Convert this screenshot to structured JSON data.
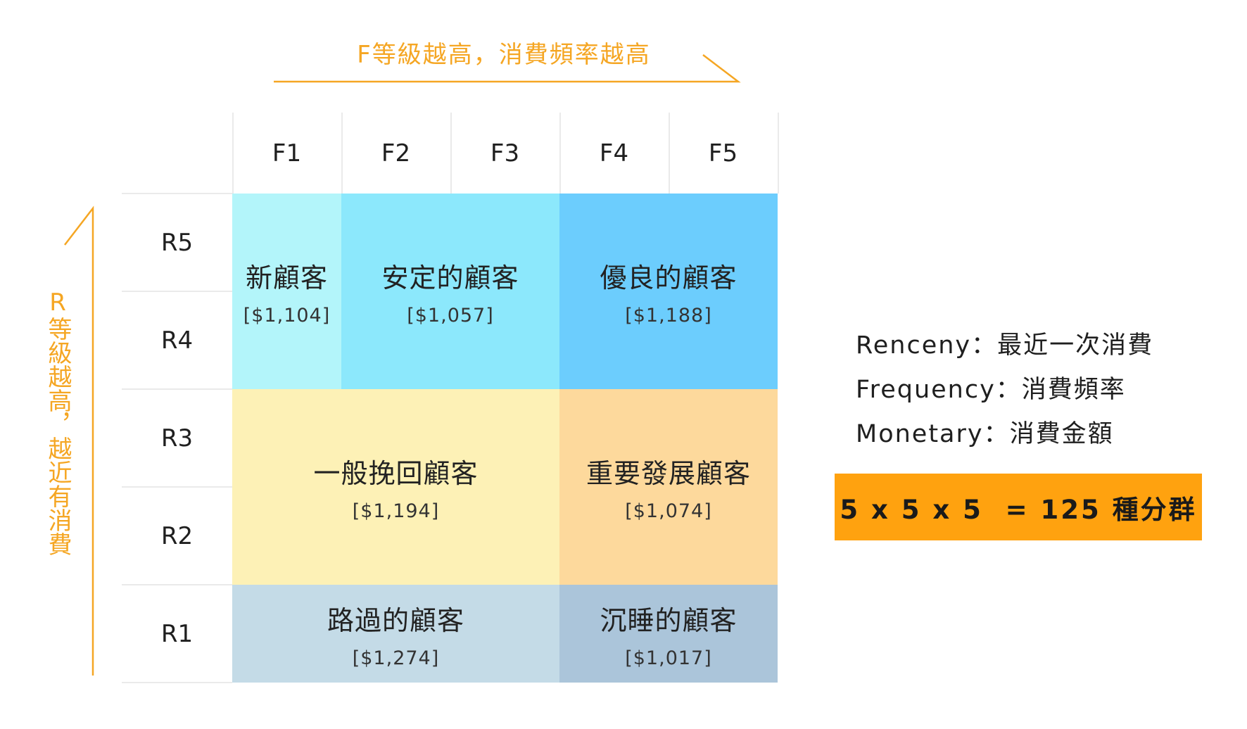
{
  "axes": {
    "f_title": "F等級越高，消費頻率越高",
    "r_title": "R等級越高，越近有消費"
  },
  "columns": [
    "F1",
    "F2",
    "F3",
    "F4",
    "F5"
  ],
  "rows": [
    "R5",
    "R4",
    "R3",
    "R2",
    "R1"
  ],
  "segments": [
    {
      "name": "新顧客",
      "value": "[$1,104]",
      "color": "#b3f5fa"
    },
    {
      "name": "安定的顧客",
      "value": "[$1,057]",
      "color": "#8ce8fc"
    },
    {
      "name": "優良的顧客",
      "value": "[$1,188]",
      "color": "#6ccdfd"
    },
    {
      "name": "一般挽回顧客",
      "value": "[$1,194]",
      "color": "#fdf1b6"
    },
    {
      "name": "重要發展顧客",
      "value": "[$1,074]",
      "color": "#fdd99c"
    },
    {
      "name": "路過的顧客",
      "value": "[$1,274]",
      "color": "#c4dbe7"
    },
    {
      "name": "沉睡的顧客",
      "value": "[$1,017]",
      "color": "#abc5da"
    }
  ],
  "legend": [
    "Renceny：最近一次消費",
    "Frequency：消費頻率",
    "Monetary：消費金額"
  ],
  "formula": "5 x 5 x 5  = 125 種分群",
  "colors": {
    "accent": "#f5a623",
    "formula_bg": "#ffa20f"
  }
}
